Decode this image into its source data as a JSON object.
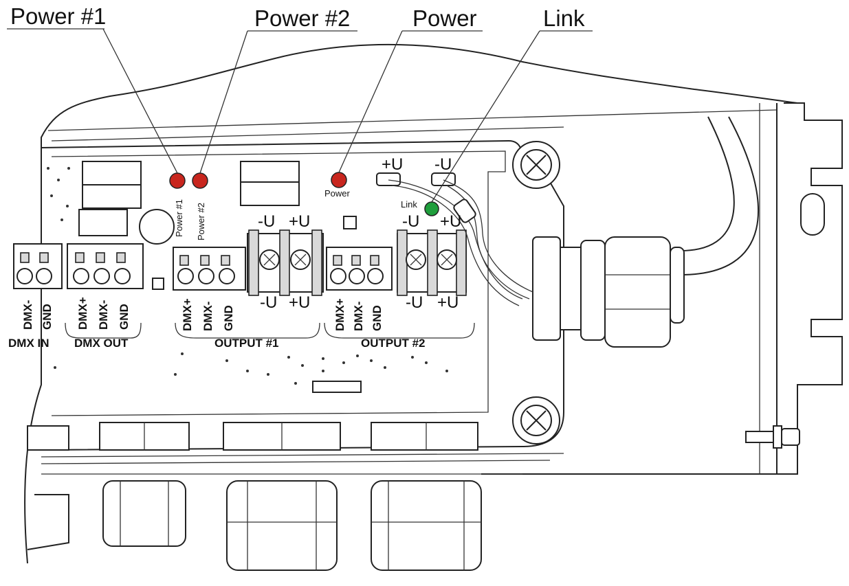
{
  "callouts": {
    "power1": "Power #1",
    "power2": "Power #2",
    "power": "Power",
    "link": "Link"
  },
  "board": {
    "led_power1": "Power #1",
    "led_power2": "Power #2",
    "led_power": "Power",
    "led_link": "Link",
    "dmx_plus": "DMX+",
    "dmx_minus": "DMX-",
    "gnd": "GND",
    "dmx_in": "DMX IN",
    "dmx_out": "DMX OUT",
    "output1": "OUTPUT #1",
    "output2": "OUTPUT #2",
    "minus_u": "-U",
    "plus_u": "+U"
  },
  "colors": {
    "led_red": "#c8261e",
    "led_green": "#1f9e3c"
  }
}
